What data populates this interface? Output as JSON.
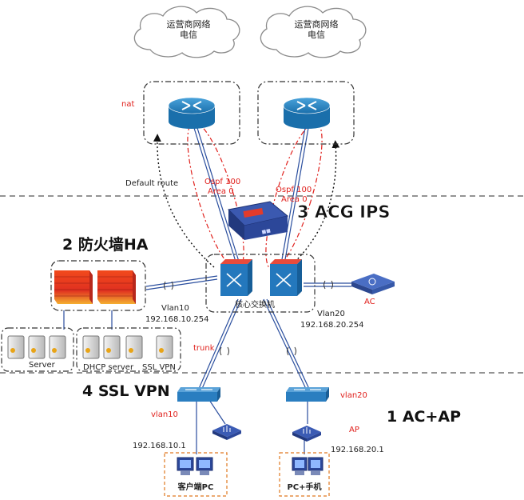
{
  "clouds": [
    {
      "line1": "运营商网络",
      "line2": "电信"
    },
    {
      "line1": "运营商网络",
      "line2": "电信"
    }
  ],
  "labels": {
    "nat": "nat",
    "default_route": "Default route",
    "ospf1_line1": "Ospf 100",
    "ospf1_line2": "Area 0",
    "ospf2_line1": "Ospf 100",
    "ospf2_line2": "Area 0",
    "acg_ips": "3 ACG IPS",
    "firewall_ha": "2 防火墙HA",
    "core_switch": "核心交换机",
    "ac": "AC",
    "vlan10_top": "Vlan10",
    "vlan10_ip": "192.168.10.254",
    "vlan20_top": "Vlan20",
    "vlan20_ip": "192.168.20.254",
    "server": "Server",
    "dhcp_server": "DHCP server",
    "ssl_vpn_server": "SSL VPN",
    "trunk": "trunk",
    "ssl_vpn_title": "4 SSL VPN",
    "vlan10_bottom": "vlan10",
    "vlan20_bottom": "vlan20",
    "ac_ap_title": "1 AC+AP",
    "ap": "AP",
    "ip_10_1": "192.168.10.1",
    "ip_20_1": "192.168.20.1",
    "client_pc": "客户端PC",
    "pc_phone": "PC+手机"
  },
  "colors": {
    "red_label": "#e0201c",
    "cisco_blue": "#1c7fbf",
    "link_blue": "#2a4e9e",
    "dashed_border": "#333333"
  }
}
